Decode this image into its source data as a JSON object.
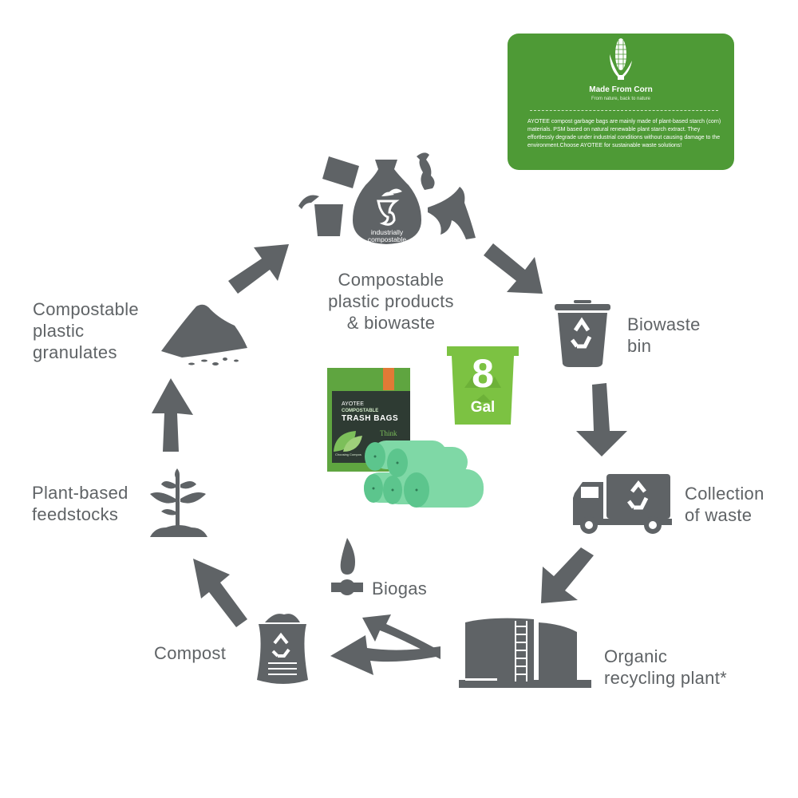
{
  "colors": {
    "icon_gray": "#5f6366",
    "card_green": "#4e9a36",
    "gal_green": "#7cc242",
    "roll_mint": "#7fd8a6",
    "box_green": "#5fa540",
    "box_dark": "#2e3b33",
    "box_orange": "#e17a36"
  },
  "card": {
    "icon": "corn-icon",
    "title": "Made From Corn",
    "subtitle": "From nature, back to nature",
    "description": "AYOTEE compost garbage bags are mainly made of plant-based starch (corn) materials. PSM based on natural renewable plant starch extract.  They effortlessly degrade under industrial conditions without causing damage to the environment.Choose AYOTEE for sustainable waste solutions!"
  },
  "cycle": {
    "stages": [
      {
        "id": "compostable-products",
        "icon": "compostable-bag-icon",
        "badge_line1": "industrially",
        "badge_line2": "compostable",
        "lines": [
          "Compostable",
          "plastic products",
          "& biowaste"
        ]
      },
      {
        "id": "biowaste-bin",
        "icon": "recycle-bin-icon",
        "lines": [
          "Biowaste",
          "bin"
        ]
      },
      {
        "id": "collection",
        "icon": "recycling-truck-icon",
        "lines": [
          "Collection",
          "of waste"
        ]
      },
      {
        "id": "recycling-plant",
        "icon": "recycling-plant-icon",
        "lines": [
          "Organic",
          "recycling plant*"
        ]
      },
      {
        "id": "biogas",
        "icon": "gas-flame-icon",
        "lines": [
          "Biogas"
        ]
      },
      {
        "id": "compost",
        "icon": "compost-sack-icon",
        "lines": [
          "Compost"
        ]
      },
      {
        "id": "feedstocks",
        "icon": "plant-sprout-icon",
        "lines": [
          "Plant-based",
          "feedstocks"
        ]
      },
      {
        "id": "granulates",
        "icon": "granulate-pile-icon",
        "lines": [
          "Compostable",
          "plastic",
          "granulates"
        ]
      }
    ]
  },
  "product": {
    "brand": "AYOTEE",
    "category": "COMPOSTABLE",
    "name": "TRASH BAGS",
    "tagline": "Think",
    "footer": "Choosing Compos",
    "size_number": "8",
    "size_unit": "Gal"
  }
}
